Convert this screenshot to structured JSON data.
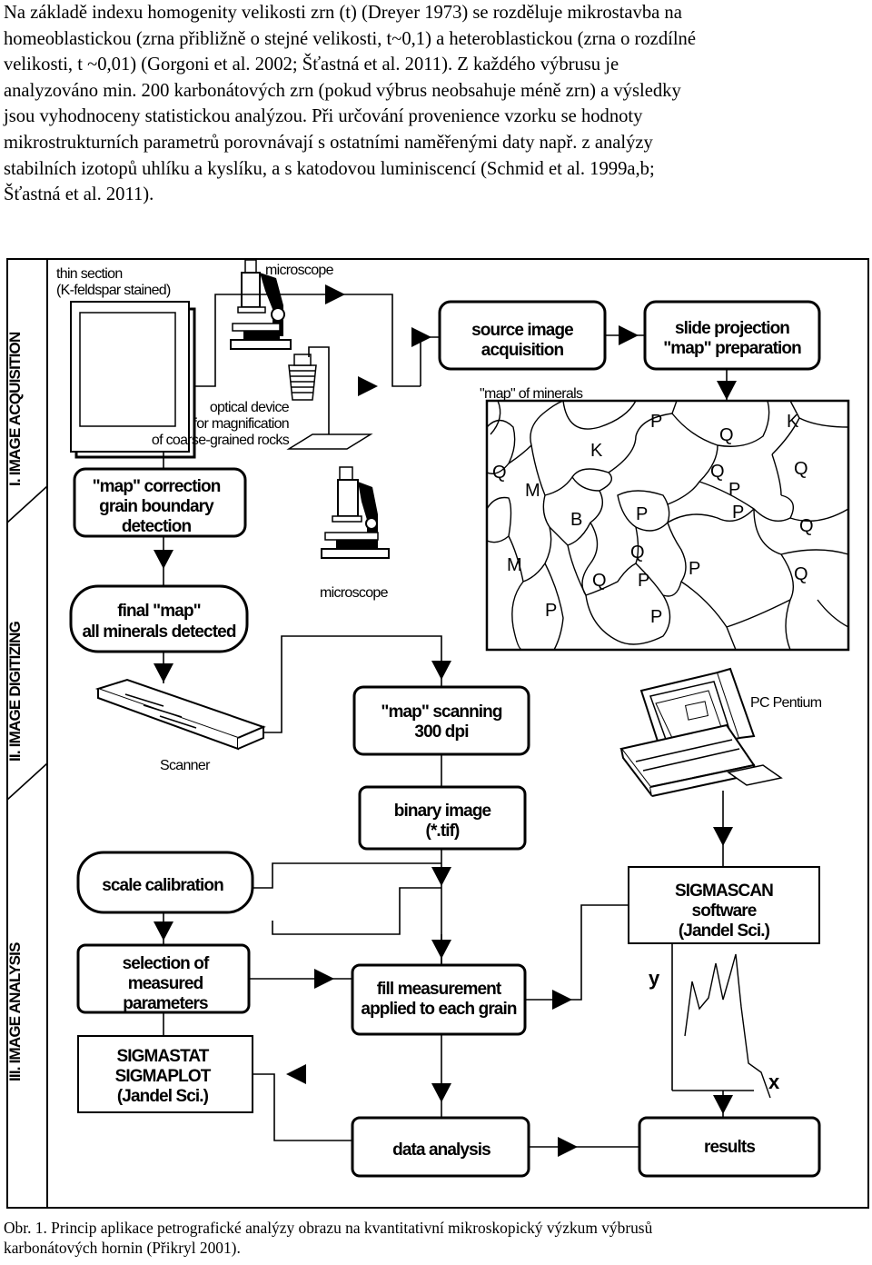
{
  "intro": {
    "line1": "Na základě indexu homogenity velikosti zrn (t) (Dreyer 1973) se rozděluje mikrostavba na",
    "line2": "homeoblastickou (zrna přibližně o stejné velikosti, t~0,1) a heteroblastickou (zrna o rozdílné",
    "line3": "velikosti, t ~0,01) (Gorgoni et al. 2002; Šťastná et al. 2011). Z každého výbrusu je",
    "line4": "analyzováno min. 200 karbonátových zrn (pokud výbrus neobsahuje méně zrn) a výsledky",
    "line5": "jsou vyhodnoceny statistickou analýzou. Při určování provenience vzorku se hodnoty",
    "line6": "mikrostrukturních parametrů porovnávají s ostatními naměřenými daty např. z analýzy",
    "line7": "stabilních izotopů uhlíku a kyslíku, a s katodovou luminiscencí (Schmid et al. 1999a,b;",
    "line8": "Šťastná et al. 2011)."
  },
  "diagram": {
    "phases": {
      "acquisition": "I. IMAGE ACQUISITION",
      "digitizing": "II. IMAGE DIGITIZING",
      "analysis": "III. IMAGE ANALYSIS"
    },
    "thin_section_1": "thin section",
    "thin_section_2": "(K-feldspar stained)",
    "microscope_top": "microscope",
    "optical_1": "optical device",
    "optical_2": "for magnification",
    "optical_3": "of coarse-grained rocks",
    "source_1": "source image",
    "source_2": "acquisition",
    "slide_1": "slide projection",
    "slide_2": "\"map\" preparation",
    "map_of_minerals": "\"map\" of minerals",
    "correction_1": "\"map\" correction",
    "correction_2": "grain boundary",
    "correction_3": "detection",
    "final_1": "final \"map\"",
    "final_2": "all minerals detected",
    "microscope_mid": "microscope",
    "scanner": "Scanner",
    "scanning_1": "\"map\" scanning",
    "scanning_2": "300 dpi",
    "pc": "PC Pentium",
    "binary_1": "binary image",
    "binary_2": "(*.tif)",
    "scale": "scale calibration",
    "selection_1": "selection of",
    "selection_2": "measured",
    "selection_3": "parameters",
    "sigmastat_1": "SIGMASTAT",
    "sigmastat_2": "SIGMAPLOT",
    "sigmastat_3": "(Jandel Sci.)",
    "fill_1": "fill measurement",
    "fill_2": "applied to each grain",
    "sigmascan_1": "SIGMASCAN",
    "sigmascan_2": "software",
    "sigmascan_3": "(Jandel Sci.)",
    "axis_y": "y",
    "axis_x": "x",
    "data_analysis": "data analysis",
    "results": "results",
    "minerals": [
      "Q",
      "K",
      "P",
      "Q",
      "K",
      "Q",
      "M",
      "Q",
      "P",
      "B",
      "P",
      "P",
      "Q",
      "M",
      "Q",
      "P",
      "P",
      "Q",
      "P",
      "P"
    ]
  },
  "caption": {
    "line1": "Obr. 1. Princip aplikace petrografické analýzy obrazu na kvantitativní mikroskopický výzkum výbrusů",
    "line2": "karbonátových hornin (Přikryl 2001)."
  }
}
